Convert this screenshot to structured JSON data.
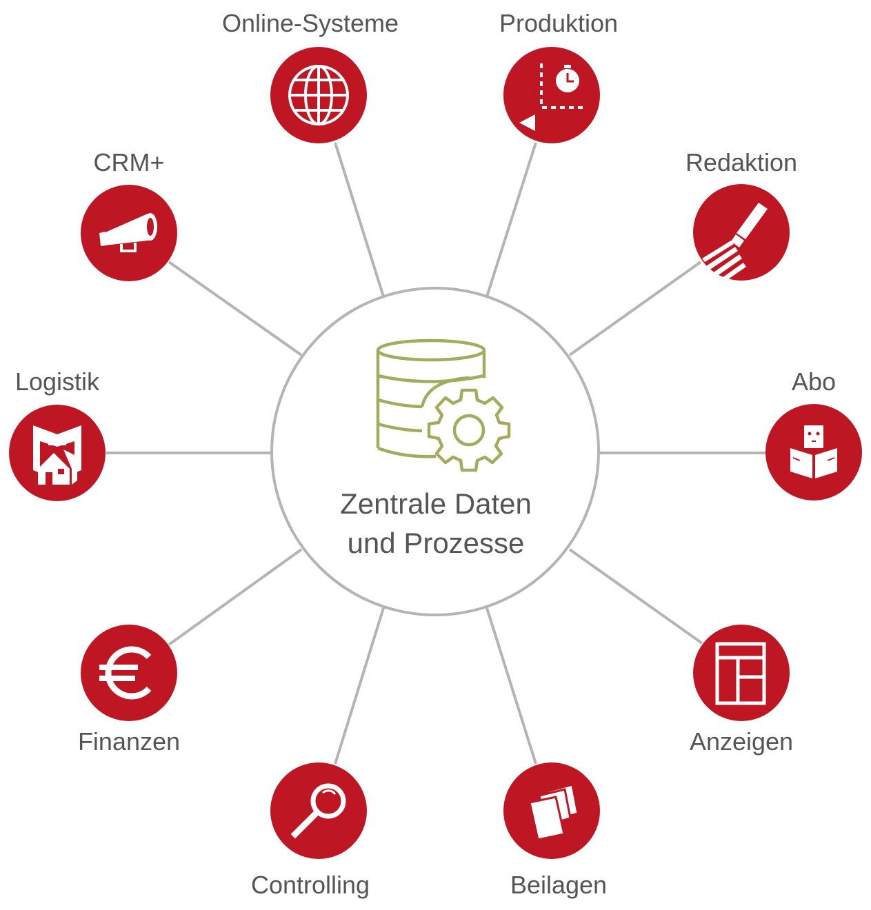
{
  "colors": {
    "node_fill": "#be1622",
    "line": "#b4b4b4",
    "center_icon": "#a3ac5c",
    "text": "#555555"
  },
  "center": {
    "line1": "Zentrale Daten",
    "line2": "und Prozesse",
    "icon": "database-gear-icon"
  },
  "nodes": [
    {
      "label": "Online-Systeme",
      "icon": "globe-icon"
    },
    {
      "label": "Produktion",
      "icon": "production-timer-icon"
    },
    {
      "label": "Redaktion",
      "icon": "pen-icon"
    },
    {
      "label": "Abo",
      "icon": "reader-icon"
    },
    {
      "label": "Anzeigen",
      "icon": "layout-icon"
    },
    {
      "label": "Beilagen",
      "icon": "inserts-icon"
    },
    {
      "label": "Controlling",
      "icon": "magnifier-icon"
    },
    {
      "label": "Finanzen",
      "icon": "euro-icon"
    },
    {
      "label": "Logistik",
      "icon": "delivery-house-icon"
    },
    {
      "label": "CRM+",
      "icon": "megaphone-icon"
    }
  ]
}
